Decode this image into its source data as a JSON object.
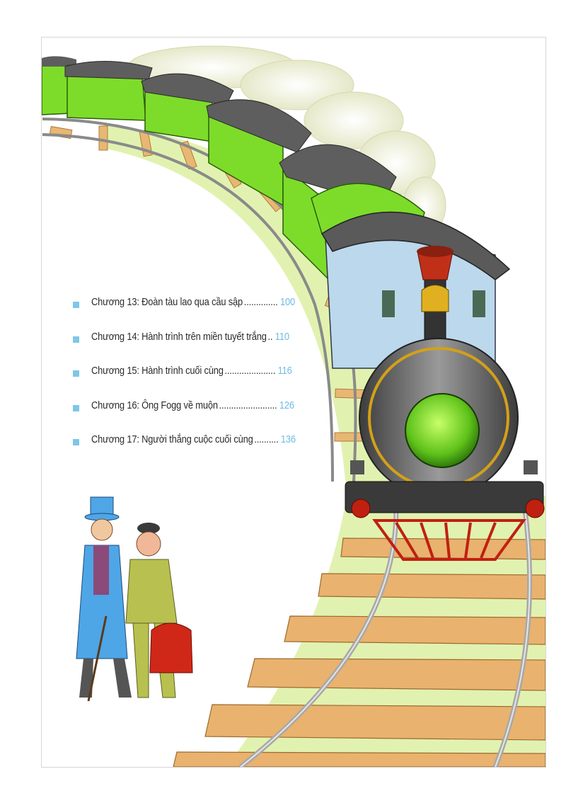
{
  "toc": [
    {
      "chapter": "Chương 13:",
      "title": "Đoàn tàu lao qua cầu sập",
      "leader": " ..............",
      "page": "100"
    },
    {
      "chapter": "Chương 14:",
      "title": "Hành trình trên miền tuyết trắng",
      "leader": "..",
      "page": "110"
    },
    {
      "chapter": "Chương 15:",
      "title": "Hành trình cuối cùng",
      "leader": " .....................",
      "page": "116"
    },
    {
      "chapter": "Chương 16:",
      "title": "Ông Fogg về muộn",
      "leader": " ........................",
      "page": "126"
    },
    {
      "chapter": "Chương 17:",
      "title": "Người thắng cuộc cuối cùng",
      "leader": " ..........",
      "page": "136"
    }
  ],
  "colors": {
    "bullet": "#7fc6e8",
    "page_number": "#6fbde4",
    "carriage_green": "#7ddc2a",
    "roof_gray": "#5a5a5a",
    "sleeper_wood": "#e8b774",
    "ground_green": "#b6e04a"
  },
  "illustration": {
    "scene": "steam-train-on-curved-track",
    "figures": [
      "gentleman-in-top-hat",
      "servant-with-red-bag"
    ]
  }
}
